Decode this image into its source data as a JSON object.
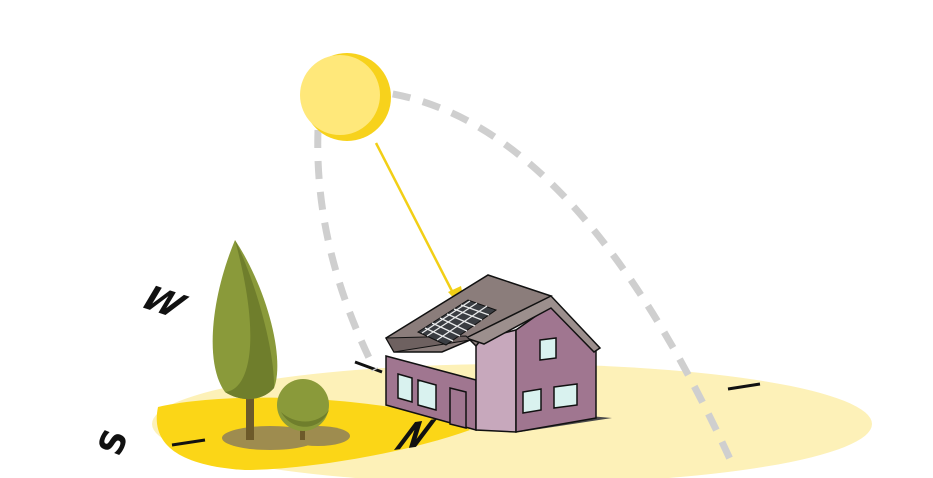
{
  "compass": {
    "south": "S",
    "west": "W",
    "north": "N"
  },
  "colors": {
    "ground": "#fdf1b8",
    "shade_zone": "#fbd617",
    "sun": "#ffe87a",
    "sun_crescent": "#f7d21c",
    "sun_path": "#cfcfcf",
    "ray": "#f2cf16",
    "roof": "#8b7d7b",
    "wall": "#a07690",
    "wall_light": "#c7a8bc",
    "window": "#d9f2ef",
    "panel": "#3a3d42",
    "tree_foliage": "#8a9a3a",
    "tree_trunk": "#6d5a2a"
  },
  "icons": {
    "sun": "sun-icon",
    "house": "house-icon",
    "solar_panel": "solar-panel-icon",
    "tall_tree": "cypress-tree-icon",
    "round_tree": "round-tree-icon"
  }
}
